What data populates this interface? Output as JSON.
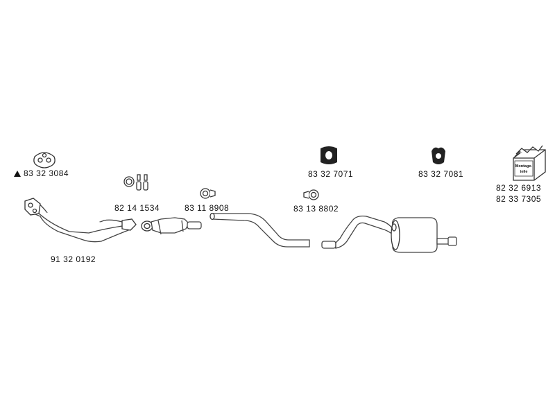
{
  "parts": {
    "gasket_front": "83 32 3084",
    "front_pipe": "91 32 0192",
    "bolt_set": "82 14 1534",
    "clamp_1": "83 11 8908",
    "hanger_1": "83 32 7071",
    "clamp_2": "83 13 8802",
    "hanger_2": "83 32 7081",
    "mounting_kit_1": "82 32 6913",
    "mounting_kit_2": "82 33 7305"
  },
  "mounting_kit_box_text": "Montage-teile",
  "colors": {
    "line": "#444444",
    "text": "#111111",
    "rubber": "#222222"
  }
}
